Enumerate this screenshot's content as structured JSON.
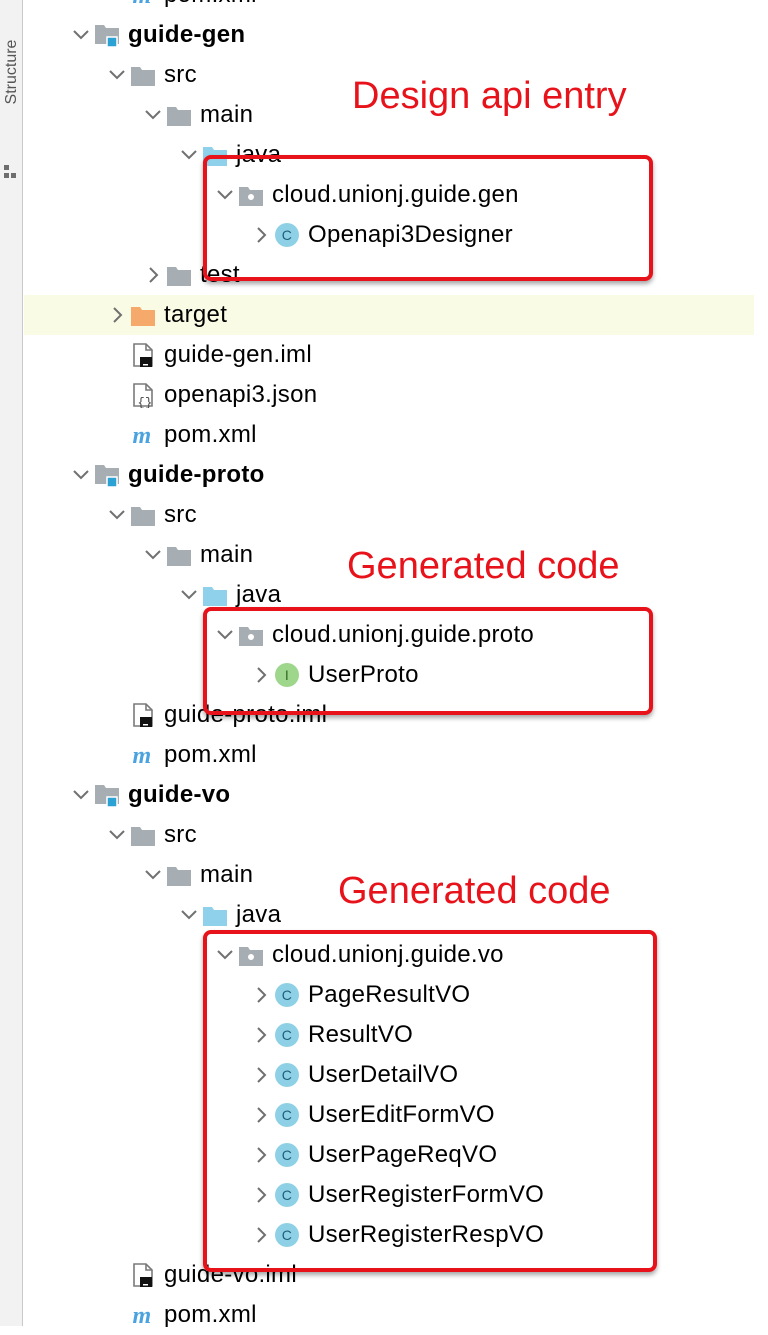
{
  "side_panel": {
    "label": "Structure"
  },
  "tree": {
    "rows": [
      {
        "label": "pom.xml",
        "icon": "maven-icon",
        "depth": 2,
        "arrow": "none"
      },
      {
        "label": "guide-gen",
        "icon": "module-icon",
        "depth": 1,
        "arrow": "expanded",
        "bold": true
      },
      {
        "label": "src",
        "icon": "folder-gray-icon",
        "depth": 2,
        "arrow": "expanded"
      },
      {
        "label": "main",
        "icon": "folder-gray-icon",
        "depth": 3,
        "arrow": "expanded"
      },
      {
        "label": "java",
        "icon": "folder-blue-icon",
        "depth": 4,
        "arrow": "expanded"
      },
      {
        "label": "cloud.unionj.guide.gen",
        "icon": "package-icon",
        "depth": 5,
        "arrow": "expanded"
      },
      {
        "label": "Openapi3Designer",
        "icon": "class-icon",
        "depth": 6,
        "arrow": "collapsed"
      },
      {
        "label": "test",
        "icon": "folder-gray-icon",
        "depth": 3,
        "arrow": "collapsed"
      },
      {
        "label": "target",
        "icon": "folder-orange-icon",
        "depth": 2,
        "arrow": "collapsed",
        "highlight": true
      },
      {
        "label": "guide-gen.iml",
        "icon": "iml-file-icon",
        "depth": 2,
        "arrow": "none"
      },
      {
        "label": "openapi3.json",
        "icon": "json-file-icon",
        "depth": 2,
        "arrow": "none"
      },
      {
        "label": "pom.xml",
        "icon": "maven-icon",
        "depth": 2,
        "arrow": "none"
      },
      {
        "label": "guide-proto",
        "icon": "module-icon",
        "depth": 1,
        "arrow": "expanded",
        "bold": true
      },
      {
        "label": "src",
        "icon": "folder-gray-icon",
        "depth": 2,
        "arrow": "expanded"
      },
      {
        "label": "main",
        "icon": "folder-gray-icon",
        "depth": 3,
        "arrow": "expanded"
      },
      {
        "label": "java",
        "icon": "folder-blue-icon",
        "depth": 4,
        "arrow": "expanded"
      },
      {
        "label": "cloud.unionj.guide.proto",
        "icon": "package-icon",
        "depth": 5,
        "arrow": "expanded"
      },
      {
        "label": "UserProto",
        "icon": "interface-icon",
        "depth": 6,
        "arrow": "collapsed"
      },
      {
        "label": "guide-proto.iml",
        "icon": "iml-file-icon",
        "depth": 2,
        "arrow": "none"
      },
      {
        "label": "pom.xml",
        "icon": "maven-icon",
        "depth": 2,
        "arrow": "none"
      },
      {
        "label": "guide-vo",
        "icon": "module-icon",
        "depth": 1,
        "arrow": "expanded",
        "bold": true
      },
      {
        "label": "src",
        "icon": "folder-gray-icon",
        "depth": 2,
        "arrow": "expanded"
      },
      {
        "label": "main",
        "icon": "folder-gray-icon",
        "depth": 3,
        "arrow": "expanded"
      },
      {
        "label": "java",
        "icon": "folder-blue-icon",
        "depth": 4,
        "arrow": "expanded"
      },
      {
        "label": "cloud.unionj.guide.vo",
        "icon": "package-icon",
        "depth": 5,
        "arrow": "expanded"
      },
      {
        "label": "PageResultVO",
        "icon": "class-icon",
        "depth": 6,
        "arrow": "collapsed"
      },
      {
        "label": "ResultVO",
        "icon": "class-icon",
        "depth": 6,
        "arrow": "collapsed"
      },
      {
        "label": "UserDetailVO",
        "icon": "class-icon",
        "depth": 6,
        "arrow": "collapsed"
      },
      {
        "label": "UserEditFormVO",
        "icon": "class-icon",
        "depth": 6,
        "arrow": "collapsed"
      },
      {
        "label": "UserPageReqVO",
        "icon": "class-icon",
        "depth": 6,
        "arrow": "collapsed"
      },
      {
        "label": "UserRegisterFormVO",
        "icon": "class-icon",
        "depth": 6,
        "arrow": "collapsed"
      },
      {
        "label": "UserRegisterRespVO",
        "icon": "class-icon",
        "depth": 6,
        "arrow": "collapsed"
      },
      {
        "label": "guide-vo.iml",
        "icon": "iml-file-icon",
        "depth": 2,
        "arrow": "none"
      },
      {
        "label": "pom.xml",
        "icon": "maven-icon",
        "depth": 2,
        "arrow": "none"
      }
    ]
  },
  "annotations": {
    "gen": "Design api entry",
    "proto": "Generated code",
    "vo": "Generated code"
  },
  "colors": {
    "annotation": "#e8121a",
    "highlight_row": "#fafbe5",
    "class_icon": "#8ed1e7",
    "interface_icon": "#9ed68b",
    "folder_blue": "#8fd1ea",
    "folder_gray": "#a7aeb3",
    "folder_orange": "#f5a96a"
  }
}
